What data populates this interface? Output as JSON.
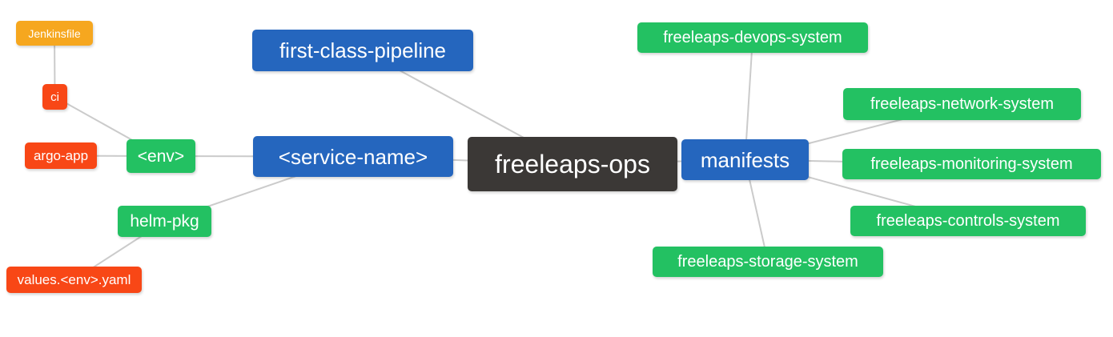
{
  "diagram": {
    "type": "mindmap",
    "root_label": "freeleaps-ops"
  },
  "colors": {
    "orange": "#F6A71F",
    "red": "#F84716",
    "green": "#23C162",
    "blue": "#2566BE",
    "dark": "#3B3836",
    "edge": "#CBCBCB",
    "text": "#FFFFFF",
    "background": "#FFFFFF"
  },
  "nodes": [
    {
      "id": "jenkinsfile",
      "label": "Jenkinsfile",
      "color": "orange"
    },
    {
      "id": "ci",
      "label": "ci",
      "color": "red"
    },
    {
      "id": "argo-app",
      "label": "argo-app",
      "color": "red"
    },
    {
      "id": "env",
      "label": "<env>",
      "color": "green"
    },
    {
      "id": "helm-pkg",
      "label": "helm-pkg",
      "color": "green"
    },
    {
      "id": "values-yaml",
      "label": "values.<env>.yaml",
      "color": "red"
    },
    {
      "id": "first-class-pipeline",
      "label": "first-class-pipeline",
      "color": "blue"
    },
    {
      "id": "service-name",
      "label": "<service-name>",
      "color": "blue"
    },
    {
      "id": "freeleaps-ops",
      "label": "freeleaps-ops",
      "color": "dark"
    },
    {
      "id": "manifests",
      "label": "manifests",
      "color": "blue"
    },
    {
      "id": "devops-system",
      "label": "freeleaps-devops-system",
      "color": "green"
    },
    {
      "id": "network-system",
      "label": "freeleaps-network-system",
      "color": "green"
    },
    {
      "id": "monitoring-system",
      "label": "freeleaps-monitoring-system",
      "color": "green"
    },
    {
      "id": "controls-system",
      "label": "freeleaps-controls-system",
      "color": "green"
    },
    {
      "id": "storage-system",
      "label": "freeleaps-storage-system",
      "color": "green"
    }
  ],
  "edges": [
    {
      "from": "jenkinsfile",
      "to": "ci"
    },
    {
      "from": "ci",
      "to": "env"
    },
    {
      "from": "argo-app",
      "to": "env"
    },
    {
      "from": "env",
      "to": "service-name"
    },
    {
      "from": "helm-pkg",
      "to": "service-name"
    },
    {
      "from": "values-yaml",
      "to": "helm-pkg"
    },
    {
      "from": "first-class-pipeline",
      "to": "freeleaps-ops"
    },
    {
      "from": "service-name",
      "to": "freeleaps-ops"
    },
    {
      "from": "freeleaps-ops",
      "to": "manifests"
    },
    {
      "from": "manifests",
      "to": "devops-system"
    },
    {
      "from": "manifests",
      "to": "network-system"
    },
    {
      "from": "manifests",
      "to": "monitoring-system"
    },
    {
      "from": "manifests",
      "to": "controls-system"
    },
    {
      "from": "manifests",
      "to": "storage-system"
    }
  ]
}
